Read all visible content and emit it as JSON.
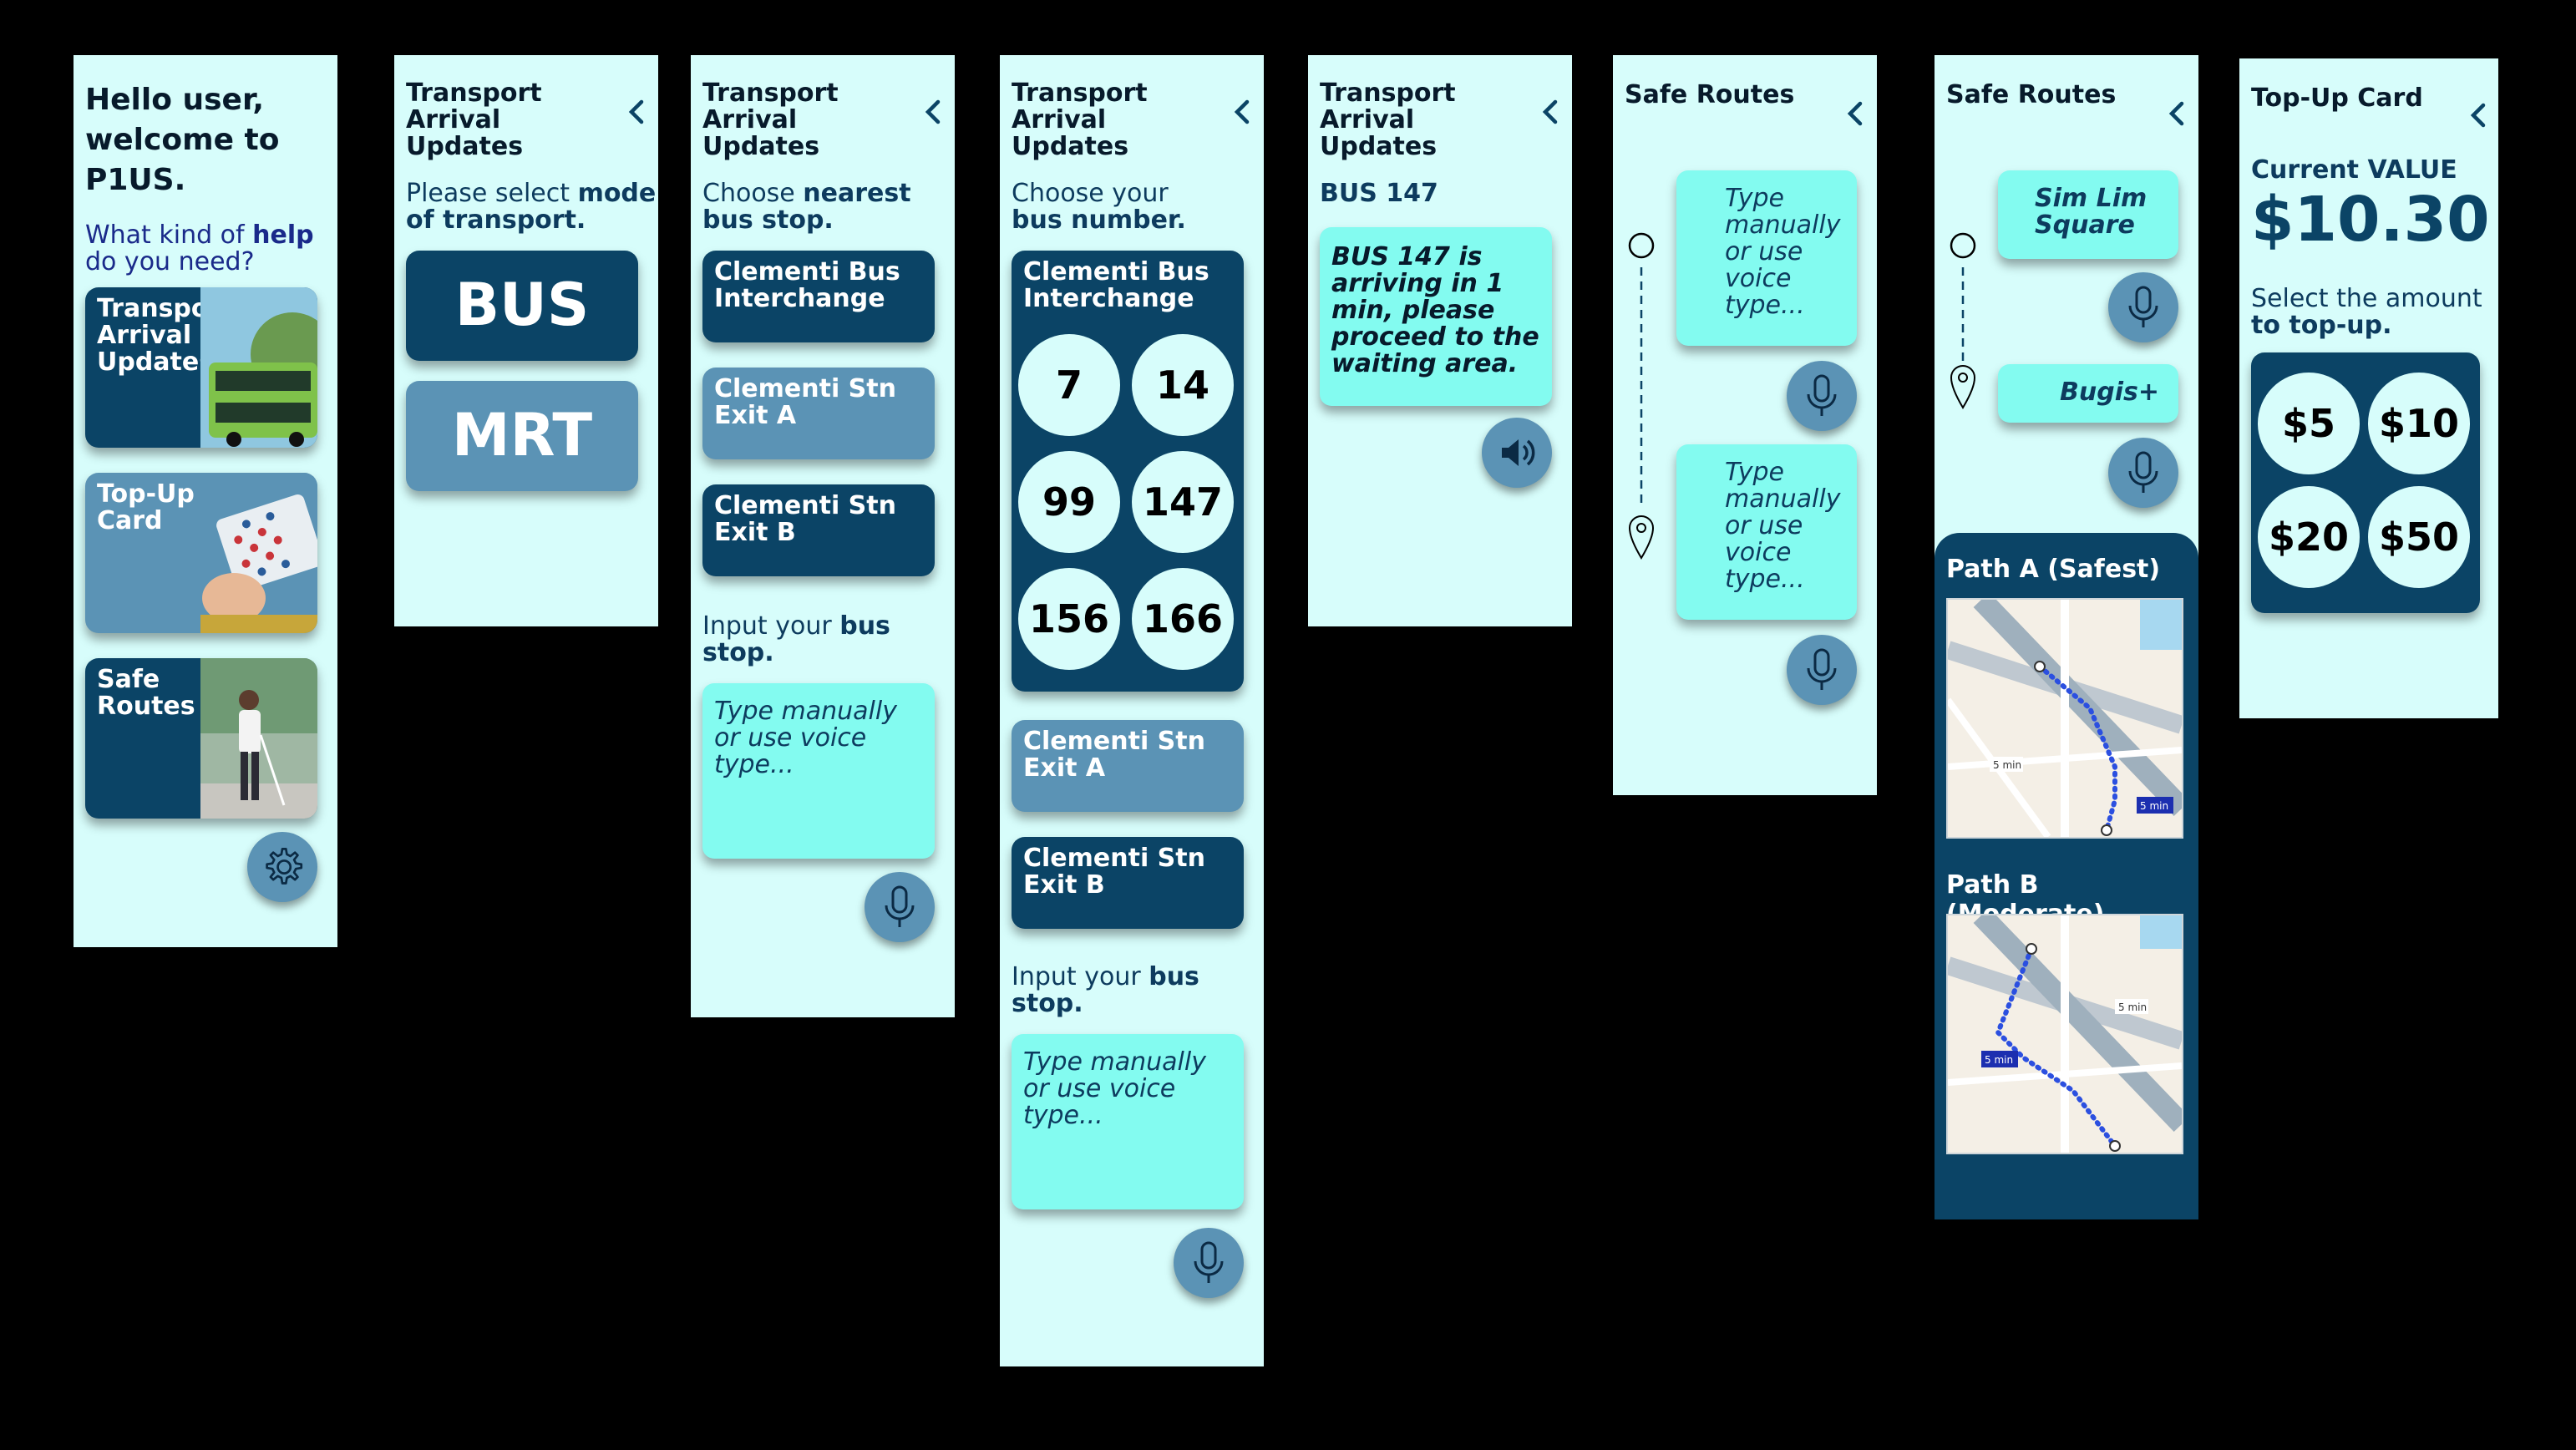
{
  "home": {
    "greeting": "Hello user, welcome to P1US.",
    "question_pre": "What kind of ",
    "question_bold": "help",
    "question_post": " do you need?",
    "menu": [
      {
        "label": "Transport Arrival Updates"
      },
      {
        "label": "Top-Up Card"
      },
      {
        "label": "Safe Routes"
      }
    ]
  },
  "mode": {
    "title": "Transport Arrival Updates",
    "prompt_pre": "Please select ",
    "prompt_bold": "mode of transport.",
    "options": [
      "BUS",
      "MRT"
    ]
  },
  "stop": {
    "title": "Transport Arrival Updates",
    "prompt_pre": "Choose ",
    "prompt_bold": "nearest bus stop.",
    "stops": [
      "Clementi Bus Interchange",
      "Clementi Stn Exit A",
      "Clementi Stn Exit B"
    ],
    "input_pre": "Input your ",
    "input_bold": "bus stop.",
    "placeholder": "Type manually or use voice type..."
  },
  "number": {
    "title": "Transport Arrival Updates",
    "prompt_pre": "Choose your ",
    "prompt_bold": "bus number.",
    "interchange": "Clementi Bus Interchange",
    "buses": [
      "7",
      "14",
      "99",
      "147",
      "156",
      "166"
    ],
    "stops": [
      "Clementi Stn Exit A",
      "Clementi Stn Exit B"
    ],
    "input_pre": "Input your ",
    "input_bold": "bus stop.",
    "placeholder": "Type manually or use voice type..."
  },
  "arrival": {
    "title": "Transport Arrival Updates",
    "bus": "BUS 147",
    "message": "BUS 147 is arriving in 1 min, please proceed to the waiting area."
  },
  "routes_empty": {
    "title": "Safe Routes",
    "from_placeholder": "Type manually or use voice type...",
    "to_placeholder": "Type manually or use voice type..."
  },
  "routes_filled": {
    "title": "Safe Routes",
    "from": "Sim Lim Square",
    "to": "Bugis+",
    "path_a": "Path A (Safest)",
    "path_b": "Path B (Moderate)",
    "map_a_labels": [
      "5 min",
      "5 min"
    ],
    "map_b_labels": [
      "5 min",
      "5 min"
    ]
  },
  "topup": {
    "title": "Top-Up Card",
    "value_label": "Current VALUE",
    "value": "$10.30",
    "prompt_pre": "Select the amount ",
    "prompt_bold": "to top-up.",
    "amounts": [
      "$5",
      "$10",
      "$20",
      "$50"
    ]
  },
  "colors": {
    "background": "#d7fdfb",
    "dark": "#0b4466",
    "mid": "#5b93b5",
    "input": "#83fbf0"
  }
}
